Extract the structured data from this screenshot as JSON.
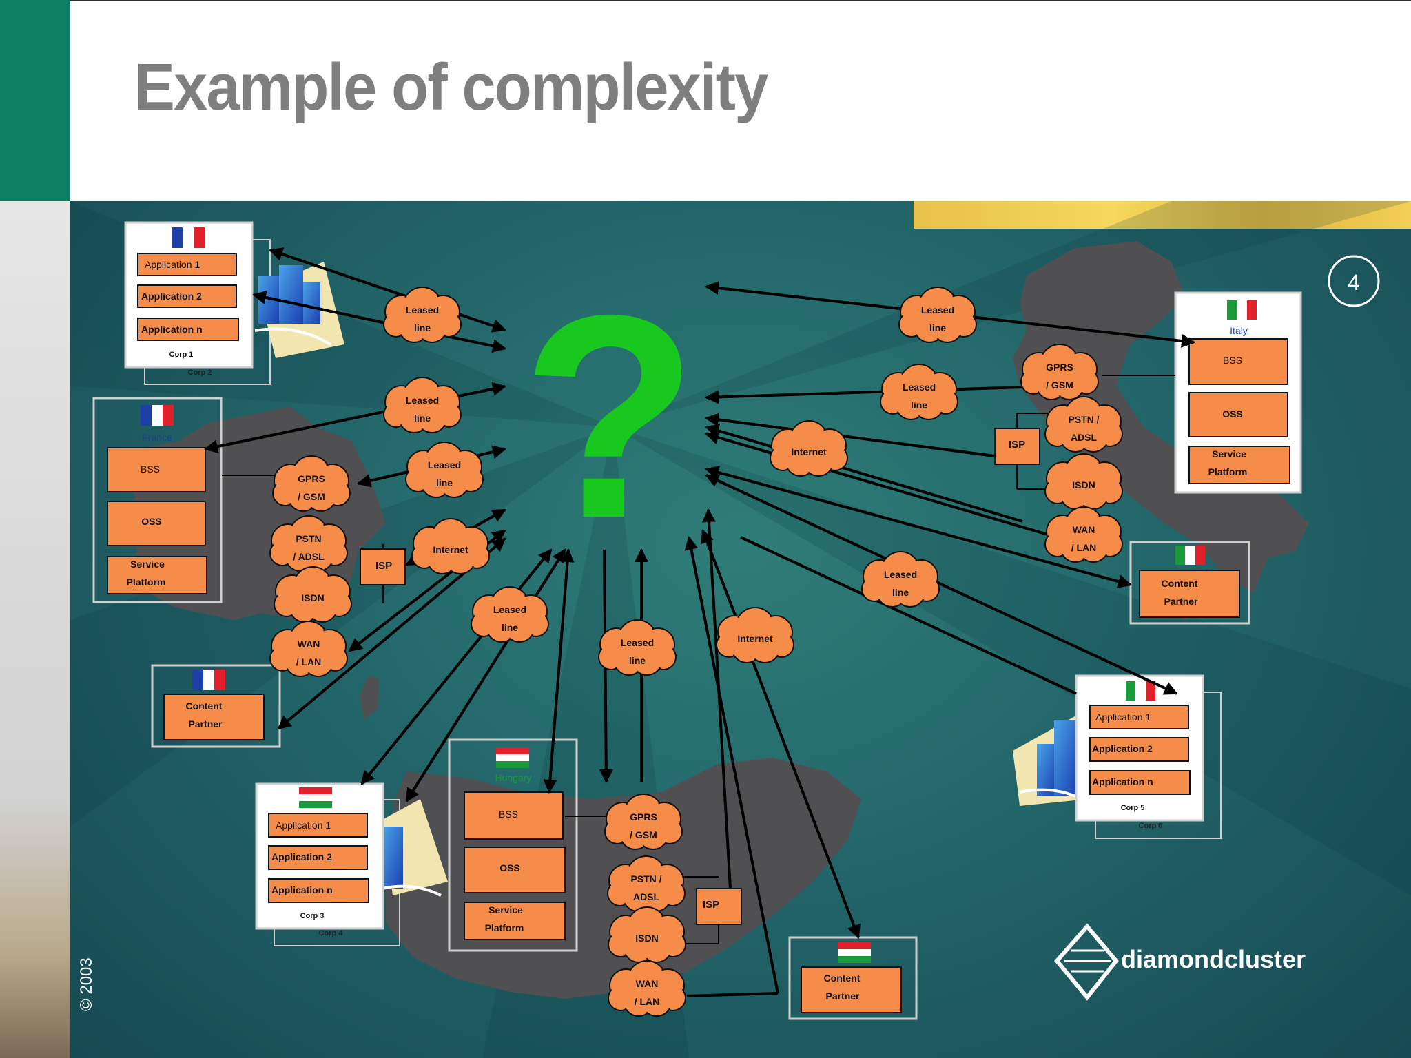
{
  "slide": {
    "title": "Example of complexity",
    "page_number": "4",
    "copyright": "© 2003",
    "logo_text": "diamondcluster",
    "question_mark": "?"
  },
  "countries": {
    "france": "France",
    "italy": "Italy",
    "hungary": "Hungary"
  },
  "corp_box": {
    "app1": "Application 1",
    "app2": "Application 2",
    "appn": "Application n",
    "corp1": "Corp 1",
    "corp2": "Corp 2",
    "corp3": "Corp 3",
    "corp4": "Corp 4",
    "corp5": "Corp 5",
    "corp6": "Corp 6"
  },
  "operator_box": {
    "bss": "BSS",
    "oss": "OSS",
    "service_1": "Service",
    "service_2": "Platform"
  },
  "content_partner": {
    "line1": "Content",
    "line2": "Partner"
  },
  "networks": {
    "leased_1": "Leased",
    "leased_2": "line",
    "gprs_1": "GPRS",
    "gprs_2": "/ GSM",
    "pstn_fr_1": "PSTN",
    "pstn_fr_2": "/ ADSL",
    "pstn_1": "PSTN /",
    "pstn_2": "ADSL",
    "isdn": "ISDN",
    "wan_1": "WAN",
    "wan_2": "/ LAN",
    "internet": "Internet",
    "isp": "ISP"
  },
  "colors": {
    "orange": "#f58c4a",
    "question": "#18c81e",
    "title_grey": "#7f7f7f",
    "brand_green": "#0b7f64"
  }
}
